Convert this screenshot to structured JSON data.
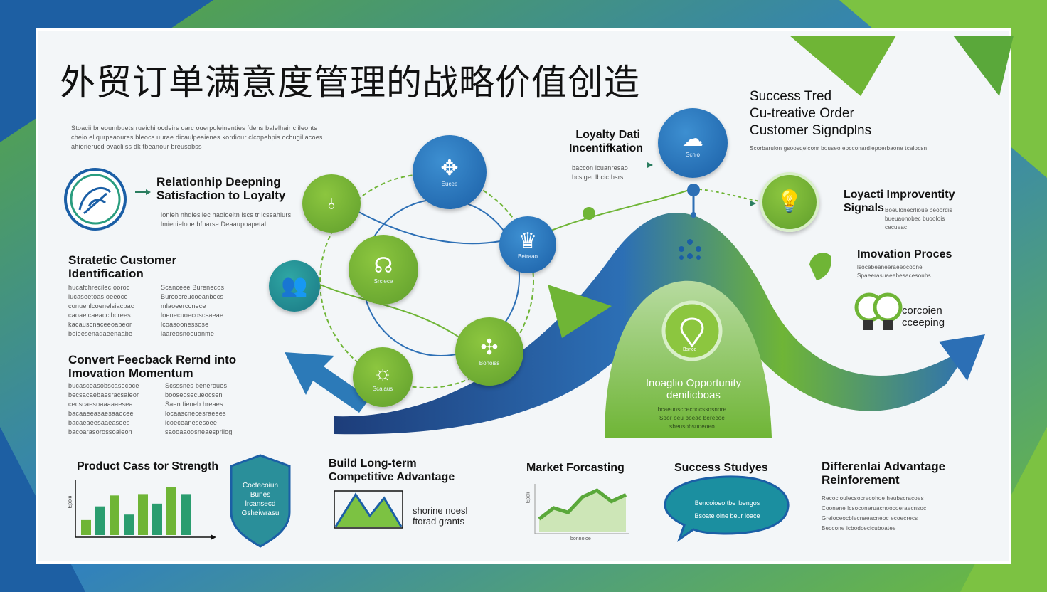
{
  "title": "外贸订单满意度管理的战略价值创造",
  "intro_text": [
    "Stoacii brieoumbuets rueichi ocdeirs oarc ouerpoleinenties fdens balelhair clileonts",
    "cheio eliqurpeaoures bleocs uurae dicaulpeaienes kordiour clcopehpis ocbugillacoes",
    "ahiorierucd ovacliiss dk tbeanour breusobss"
  ],
  "sections": {
    "relationship": {
      "title_1": "Relationhip Deepning",
      "title_2": "Satisfaction to Loyalty",
      "text": [
        "lonieh nhdiesiiec haoioeitn lscs tr lcssahiurs",
        "lmienielnoe.bfparse Deaaupoapetal"
      ]
    },
    "strategic": {
      "title_1": "Stratetic Customer",
      "title_2": "Identification",
      "col1": [
        "hucafchrecilec ooroc",
        "lucaseetoas oeeoco",
        "conuenlcoenelsiacbac",
        "caoaelcaeaccibcrees",
        "kacauscnaceeoabeor",
        "boleesenadaeenaabe"
      ],
      "col2": [
        "Scanceee Burenecos",
        "Burcocreucoeanbecs",
        "mlaoeerccnece",
        "loenecuoecoscsaeae",
        "lcoasoonessose",
        "laareosnoeuonme"
      ]
    },
    "convert": {
      "title_1": "Convert Feecback Rernd into",
      "title_2": "Imovation Momentum",
      "col1": [
        "bucasceasobscasecoce",
        "becsacaebaesracsaleor",
        "cecscaesoaaaaaesea",
        "bacaaeeasaesaaocee",
        "bacaeaeesaaeasees",
        "bacoarasorossoaleon"
      ],
      "col2": [
        "Scsssnes beneroues",
        "booseosecueocsen",
        "Saen fieneb hreaes",
        "locaascnecesraeees",
        "lcoeceanesesoee",
        "saooaaoosneaesprliog"
      ]
    },
    "loyalty_data": {
      "title_1": "Loyalty Dati",
      "title_2": "Incentifkation",
      "text": [
        "baccon icuanresao",
        "bcsiger lbcic bsrs"
      ]
    },
    "success_trend": {
      "title_1": "Success Tred",
      "title_2": "Cu-treative Order",
      "title_3": "Customer Signdplns",
      "text": "Scorbarulon gsoosqelconr bouseo eocconardiepoerbaone tcalocsn"
    },
    "loyalty_improve": {
      "title_1": "Loyacti Improventity",
      "title_2": "Signals",
      "text": [
        "Boeulonecrlioue beoordis",
        "bueuaonobec buoolois",
        "cecueac"
      ]
    },
    "innovation": {
      "title": "Imovation Proces",
      "text": [
        "lsocebeaneeraeeocoone",
        "Spaeerasuaeebesacesouhs"
      ]
    },
    "concern": {
      "line_1": "corcoien",
      "line_2": "cceeping"
    },
    "opportunity": {
      "title_1": "Inoaglio Opportunity",
      "title_2": "denificboas",
      "text": [
        "bcaeuosccecnocssosnore",
        "Soor oeu boeac berecoe",
        "sbeusobsnoeoeo"
      ]
    },
    "product": {
      "title": "Product Cass tor Strength",
      "axis": "Epolu"
    },
    "shield": {
      "lines": [
        "Coctecoiun",
        "Bunes",
        "lrcansecd",
        "Gsheiwrasu"
      ]
    },
    "build": {
      "title_1": "Build Long-term",
      "title_2": "Competitive Advantage",
      "note_1": "shorine noesl",
      "note_2": "ftorad grants"
    },
    "market": {
      "title": "Market Forcasting",
      "axis": "Epoli",
      "footer": "bonnoioe"
    },
    "success_studies": {
      "title": "Success Studyes",
      "bubble_1": "Bencoioeo tbe lbengos",
      "bubble_2": "Bsoate oine beur loace"
    },
    "differential": {
      "title_1": "Differenlai Advantage",
      "title_2": "Reinforement",
      "text": [
        "Recocloulecsocrecohoe heubscracoes",
        "Coonene lcsoconeruacnoocoeraecnsoc",
        "Greioceocblecnaeacneoc ecoecrecs",
        "Beccone icbodcecicuboatee"
      ]
    }
  },
  "nodes": [
    {
      "label": "Eucee",
      "icon": "hand-tree-icon"
    },
    {
      "label": "",
      "icon": "person-care-icon"
    },
    {
      "label": "Srciece",
      "icon": "handshake-icon"
    },
    {
      "label": "Betraao",
      "icon": "gear-people-icon"
    },
    {
      "label": "",
      "icon": "people-icon"
    },
    {
      "label": "Bonoiss",
      "icon": "puzzle-icon"
    },
    {
      "label": "Scaiaus",
      "icon": "bulb-icon"
    },
    {
      "label": "Scnlo",
      "icon": "cloud-icon"
    },
    {
      "label": "",
      "icon": "lightbulb-icon"
    },
    {
      "label": "Bsnce",
      "icon": "location-pin-icon"
    }
  ],
  "bar_values": [
    22,
    42,
    58,
    30,
    60,
    46,
    70,
    60
  ],
  "market_line": [
    0.3,
    0.55,
    0.45,
    0.8,
    0.95,
    0.7,
    0.85
  ],
  "colors": {
    "blue": "#1b5fa6",
    "green": "#6fb536",
    "teal": "#1a7784",
    "navy": "#1d3d7a"
  }
}
